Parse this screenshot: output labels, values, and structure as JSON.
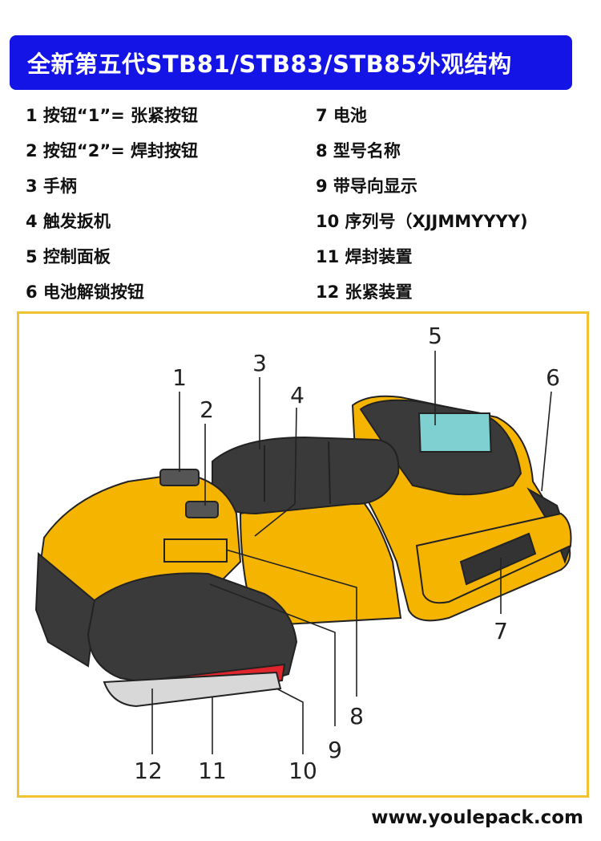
{
  "title": "全新第五代STB81/STB83/STB85外观结构",
  "legend_left": [
    "1 按钮“1”= 张紧按钮",
    "2 按钮“2”= 焊封按钮",
    "3 手柄",
    "4 触发扳机",
    "5 控制面板",
    "6 电池解锁按钮"
  ],
  "legend_right": [
    "7 电池",
    "8 型号名称",
    "9 带导向显示",
    "10 序列号（XJJMMYYYY)",
    "11 焊封装置",
    "12 张紧装置"
  ],
  "callouts": [
    "1",
    "2",
    "3",
    "4",
    "5",
    "6",
    "7",
    "8",
    "9",
    "10",
    "11",
    "12"
  ],
  "footer": "www.youlepack.com",
  "colors": {
    "title_bg": "#1414e6",
    "frame": "#f1c232",
    "tool_yellow": "#f5b400",
    "tool_dark": "#3a3a3a",
    "display": "#7fd0d0",
    "seal_red": "#e0262c"
  }
}
